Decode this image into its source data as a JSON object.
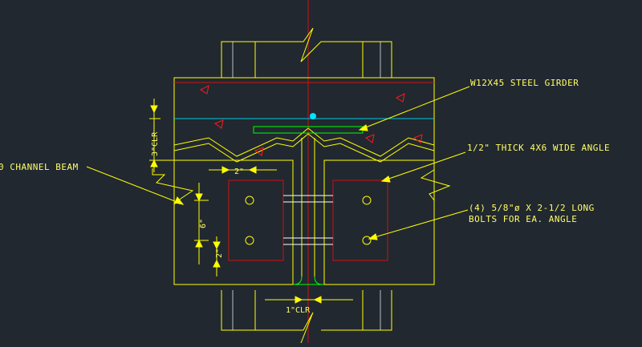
{
  "drawing": {
    "labels": {
      "girder": "W12X45 STEEL GIRDER",
      "angle": "1/2\" THICK 4X6 WIDE ANGLE",
      "bolts_line1": "(4) 5/8\"ø X 2-1/2 LONG",
      "bolts_line2": "BOLTS FOR EA. ANGLE",
      "channel": "0 CHANNEL BEAM"
    },
    "dimensions": {
      "top_clear": "3\"CLR",
      "bolt_gauge": "2\"",
      "vertical_spacing": "6\"",
      "edge_distance": "2\"",
      "bottom_clear": "1\"CLR"
    },
    "colors": {
      "background": "#212830",
      "annotation": "#ffff66",
      "outline": "#ffff00",
      "center_line": "#d01010",
      "angles": "#00ff00",
      "bolt_lines": "#ffffff",
      "level_line": "#00c8e0",
      "point": "#00e5ff",
      "hatch": "#ff1a1a"
    }
  }
}
